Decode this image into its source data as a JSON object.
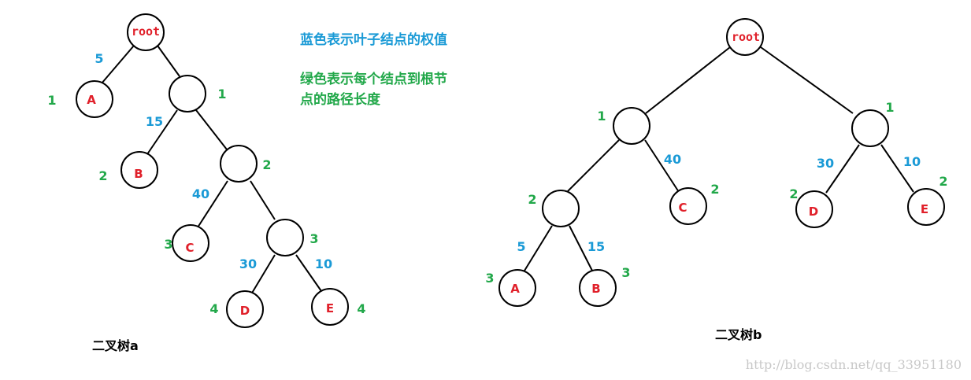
{
  "legend": {
    "blue_text": "蓝色表示叶子结点的权值",
    "green_line1": "绿色表示每个结点到根节",
    "green_line2": "点的路径长度"
  },
  "colors": {
    "weight_blue": "#1a9ad6",
    "depth_green": "#22a84a",
    "label_red": "#e0202a",
    "edge": "#000000"
  },
  "tree_a": {
    "caption": "二叉树a",
    "nodes": {
      "root": "root",
      "A": "A",
      "B": "B",
      "C": "C",
      "D": "D",
      "E": "E"
    },
    "weights": {
      "A": "5",
      "B": "15",
      "C": "40",
      "D": "30",
      "E": "10"
    },
    "depths": {
      "A": "1",
      "n1": "1",
      "B": "2",
      "n2": "2",
      "C": "3",
      "n3": "3",
      "D": "4",
      "E": "4"
    }
  },
  "tree_b": {
    "caption": "二叉树b",
    "nodes": {
      "root": "root",
      "A": "A",
      "B": "B",
      "C": "C",
      "D": "D",
      "E": "E"
    },
    "weights": {
      "A": "5",
      "B": "15",
      "C": "40",
      "D": "30",
      "E": "10"
    },
    "depths": {
      "L": "1",
      "R": "1",
      "LL": "2",
      "C": "2",
      "D": "2",
      "E": "2",
      "A": "3",
      "B": "3"
    }
  },
  "watermark": "http://blog.csdn.net/qq_33951180"
}
